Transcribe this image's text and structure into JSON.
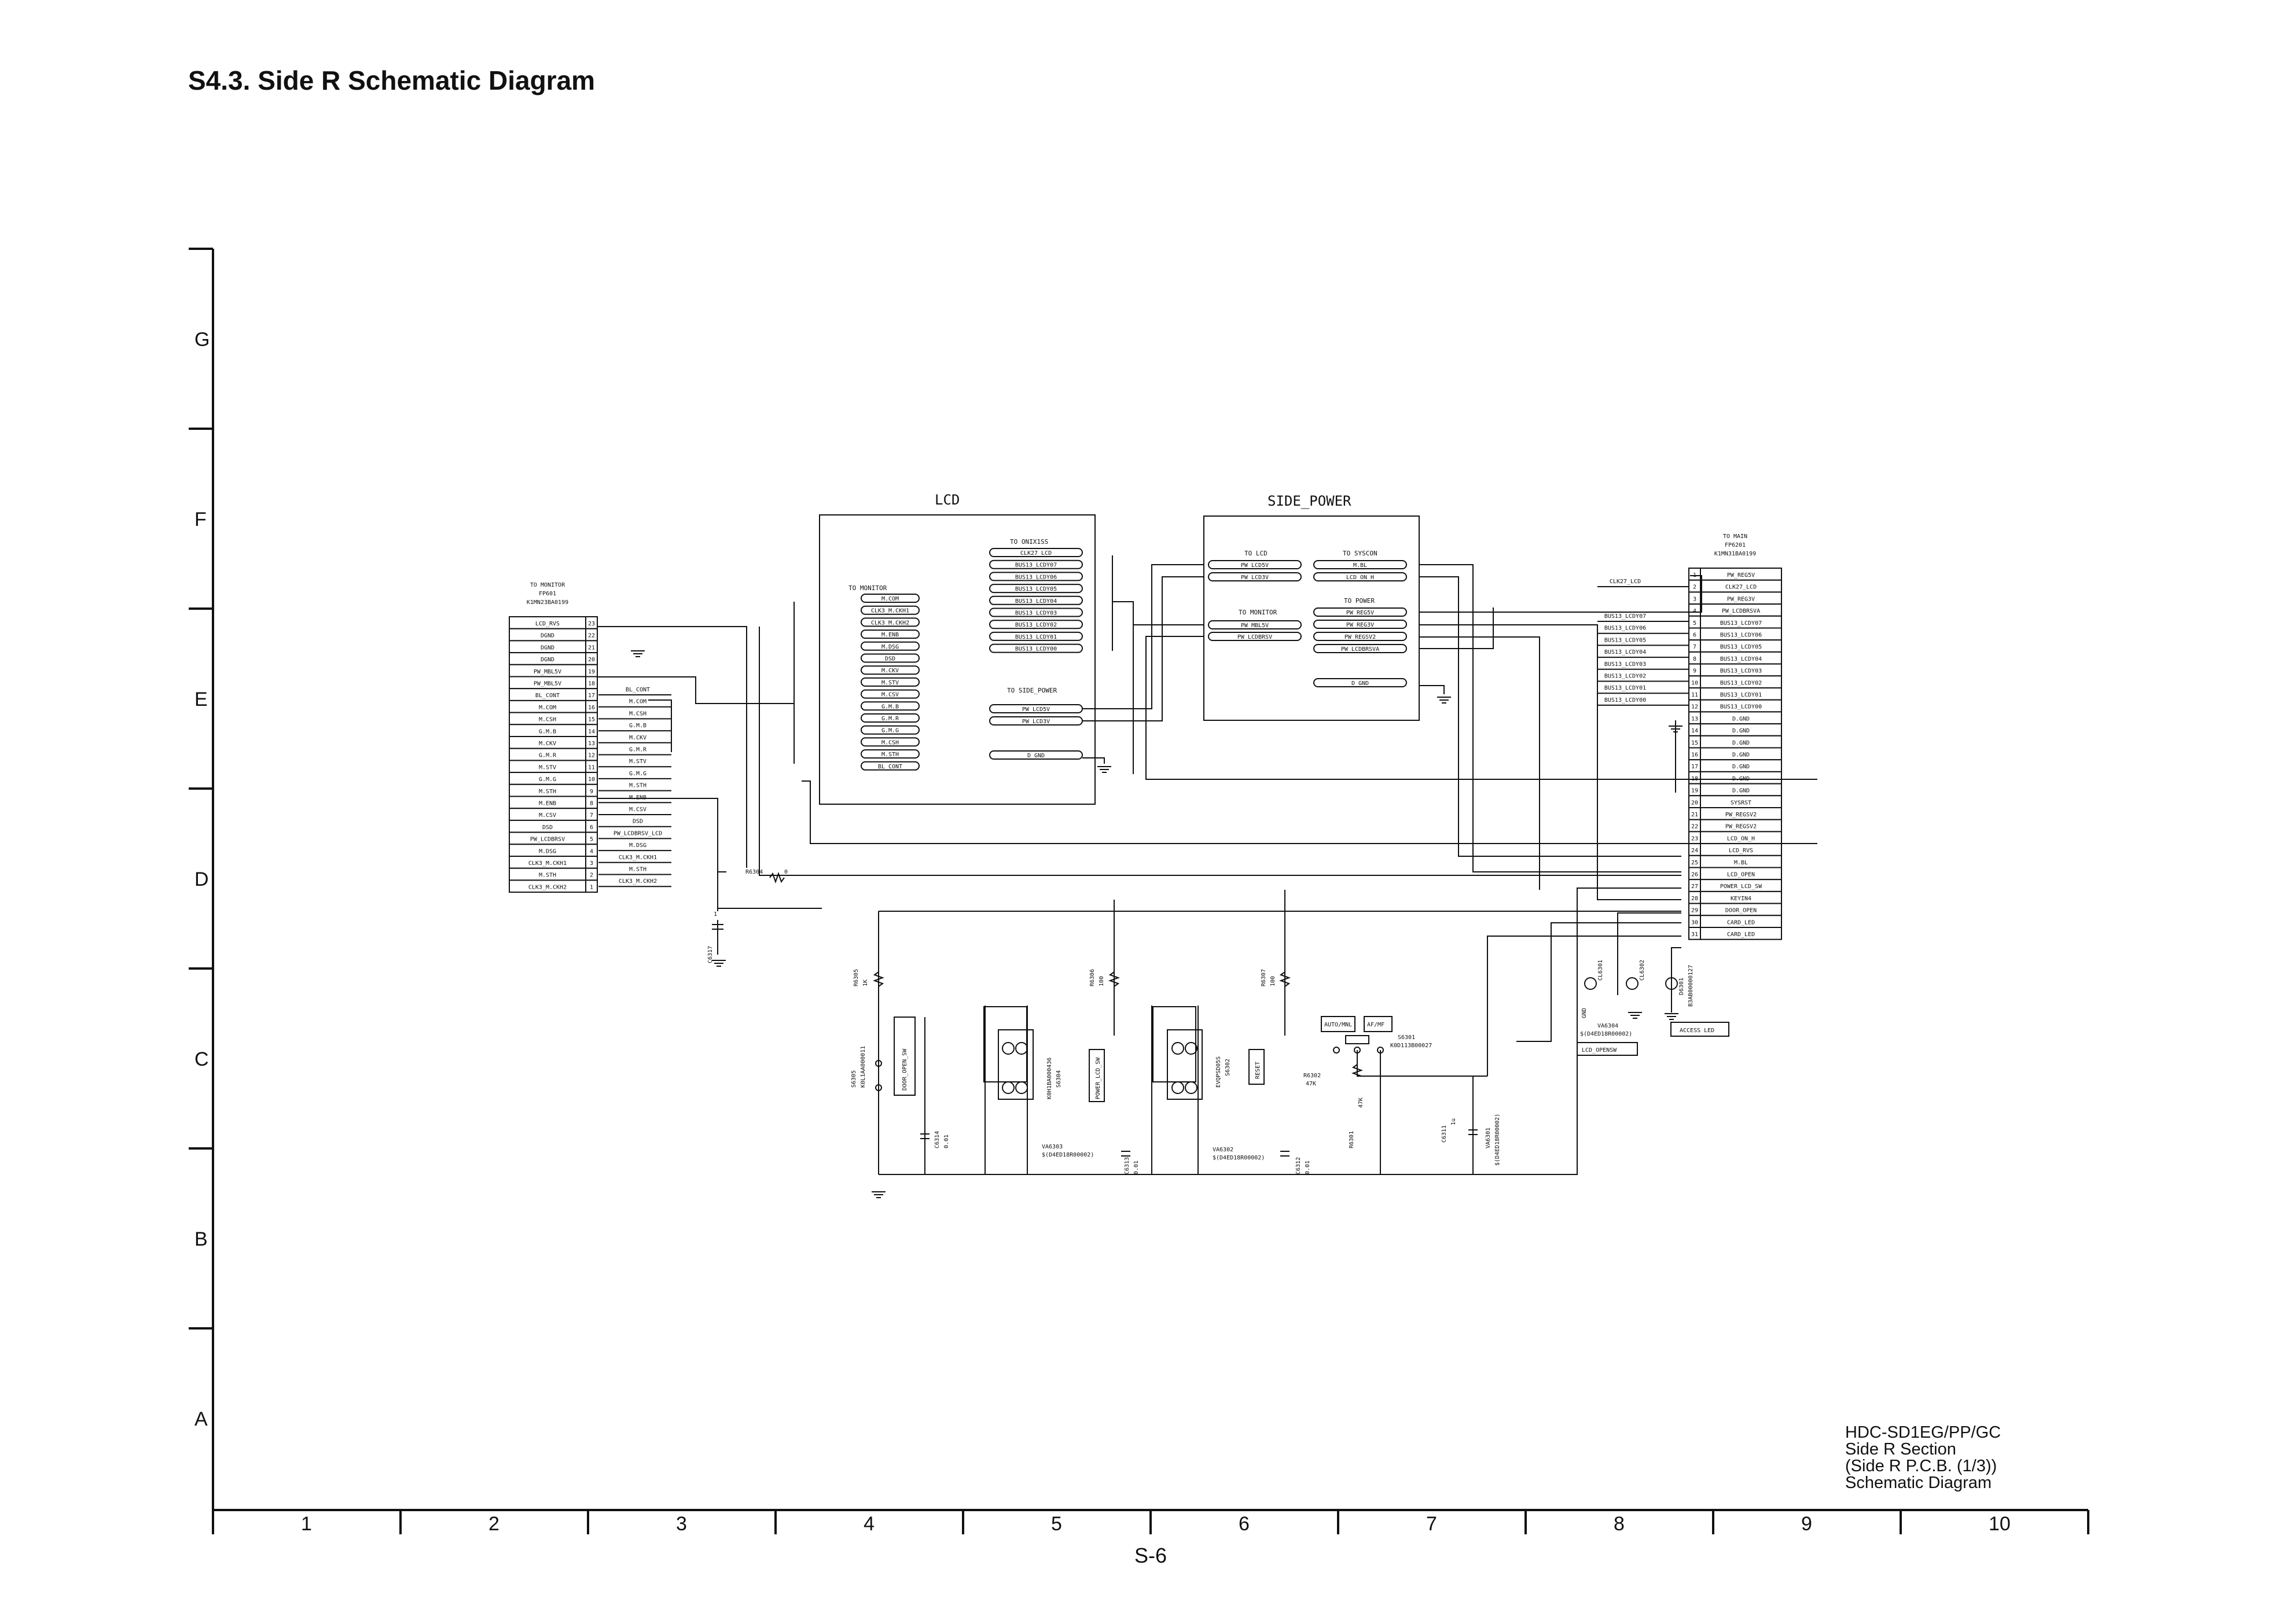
{
  "page": {
    "title": "S4.3. Side R Schematic Diagram",
    "footer_page": "S-6",
    "model_lines": [
      "HDC-SD1EG/PP/GC",
      "Side R Section",
      "(Side R P.C.B. (1/3))",
      "Schematic Diagram"
    ]
  },
  "grid": {
    "rows": [
      "G",
      "F",
      "E",
      "D",
      "C",
      "B",
      "A"
    ],
    "columns": [
      "1",
      "2",
      "3",
      "4",
      "5",
      "6",
      "7",
      "8",
      "9",
      "10"
    ]
  },
  "blocks": {
    "lcd": {
      "title": "LCD",
      "to_monitor_title": "TO MONITOR",
      "to_monitor_pins": [
        "M.COM",
        "CLK3_M.CKH1",
        "CLK3_M.CKH2",
        "M.ENB",
        "M.DSG",
        "DSD",
        "M.CKV",
        "M.STV",
        "M.CSV",
        "G.M.B",
        "G.M.R",
        "G.M.G",
        "M.CSH",
        "M.STH",
        "BL_CONT"
      ],
      "to_onixiss_title": "TO ONIX1SS",
      "to_onixiss_pins": [
        "CLK27_LCD",
        "BUS13_LCDY07",
        "BUS13_LCDY06",
        "BUS13_LCDY05",
        "BUS13_LCDY04",
        "BUS13_LCDY03",
        "BUS13_LCDY02",
        "BUS13_LCDY01",
        "BUS13_LCDY00"
      ],
      "to_side_power_title": "TO SIDE_POWER",
      "to_side_power_pins": [
        "PW_LCD5V",
        "PW_LCD3V"
      ],
      "dgnd_pin": "D_GND"
    },
    "side_power": {
      "title": "SIDE_POWER",
      "to_lcd_title": "TO LCD",
      "to_lcd_pins": [
        "PW_LCD5V",
        "PW_LCD3V"
      ],
      "to_monitor_title": "TO MONITOR",
      "to_monitor_pins": [
        "PW_MBL5V",
        "PW_LCDBRSV"
      ],
      "to_syscon_title": "TO SYSCON",
      "to_syscon_pins": [
        "M.BL",
        "LCD_ON_H"
      ],
      "to_power_title": "TO POWER",
      "to_power_pins": [
        "PW_REG5V",
        "PW_REG3V",
        "PW_REGSV2",
        "PW_LCDBRSVA"
      ],
      "dgnd_pin": "D_GND"
    }
  },
  "connectors": {
    "fp601": {
      "header_lines": [
        "TO MONITOR",
        "FP601",
        "K1MN23BA0199"
      ],
      "rows": [
        {
          "name": "LCD_RVS",
          "num": "23"
        },
        {
          "name": "DGND",
          "num": "22"
        },
        {
          "name": "DGND",
          "num": "21"
        },
        {
          "name": "DGND",
          "num": "20"
        },
        {
          "name": "PW_MBL5V",
          "num": "19"
        },
        {
          "name": "PW_MBL5V",
          "num": "18"
        },
        {
          "name": "BL_CONT",
          "num": "17"
        },
        {
          "name": "M.COM",
          "num": "16"
        },
        {
          "name": "M.CSH",
          "num": "15"
        },
        {
          "name": "G.M.B",
          "num": "14"
        },
        {
          "name": "M.CKV",
          "num": "13"
        },
        {
          "name": "G.M.R",
          "num": "12"
        },
        {
          "name": "M.STV",
          "num": "11"
        },
        {
          "name": "G.M.G",
          "num": "10"
        },
        {
          "name": "M.STH",
          "num": "9"
        },
        {
          "name": "M.ENB",
          "num": "8"
        },
        {
          "name": "M.CSV",
          "num": "7"
        },
        {
          "name": "DSD",
          "num": "6"
        },
        {
          "name": "PW_LCDBRSV",
          "num": "5"
        },
        {
          "name": "M.DSG",
          "num": "4"
        },
        {
          "name": "CLK3_M.CKH1",
          "num": "3"
        },
        {
          "name": "M.STH",
          "num": "2"
        },
        {
          "name": "CLK3_M.CKH2",
          "num": "1"
        }
      ],
      "net_labels": [
        "BL_CONT",
        "M.COM",
        "M.CSH",
        "G.M.B",
        "M.CKV",
        "G.M.R",
        "M.STV",
        "G.M.G",
        "M.STH",
        "M.ENB",
        "M.CSV",
        "DSD",
        "PW_LCDBRSV_LCD",
        "M.DSG",
        "CLK3_M.CKH1",
        "M.STH",
        "CLK3_M.CKH2"
      ]
    },
    "fp6201": {
      "header_lines": [
        "TO MAIN",
        "FP6201",
        "K1MN31BA0199"
      ],
      "rows": [
        {
          "num": "1",
          "name": "PW_REG5V"
        },
        {
          "num": "2",
          "name": "CLK27_LCD"
        },
        {
          "num": "3",
          "name": "PW_REG3V"
        },
        {
          "num": "4",
          "name": "PW_LCDBRSVA"
        },
        {
          "num": "5",
          "name": "BUS13_LCDY07"
        },
        {
          "num": "6",
          "name": "BUS13_LCDY06"
        },
        {
          "num": "7",
          "name": "BUS13_LCDY05"
        },
        {
          "num": "8",
          "name": "BUS13_LCDY04"
        },
        {
          "num": "9",
          "name": "BUS13_LCDY03"
        },
        {
          "num": "10",
          "name": "BUS13_LCDY02"
        },
        {
          "num": "11",
          "name": "BUS13_LCDY01"
        },
        {
          "num": "12",
          "name": "BUS13_LCDY00"
        },
        {
          "num": "13",
          "name": "D.GND"
        },
        {
          "num": "14",
          "name": "D.GND"
        },
        {
          "num": "15",
          "name": "D.GND"
        },
        {
          "num": "16",
          "name": "D.GND"
        },
        {
          "num": "17",
          "name": "D.GND"
        },
        {
          "num": "18",
          "name": "D.GND"
        },
        {
          "num": "19",
          "name": "D.GND"
        },
        {
          "num": "20",
          "name": "SYSRST"
        },
        {
          "num": "21",
          "name": "PW_REGSV2"
        },
        {
          "num": "22",
          "name": "PW_REGSV2"
        },
        {
          "num": "23",
          "name": "LCD_ON_H"
        },
        {
          "num": "24",
          "name": "LCD_RVS"
        },
        {
          "num": "25",
          "name": "M.BL"
        },
        {
          "num": "26",
          "name": "LCD_OPEN"
        },
        {
          "num": "27",
          "name": "POWER_LCD_SW"
        },
        {
          "num": "28",
          "name": "KEYIN4"
        },
        {
          "num": "29",
          "name": "DOOR_OPEN"
        },
        {
          "num": "30",
          "name": "CARD_LED"
        },
        {
          "num": "31",
          "name": "CARD_LED"
        }
      ],
      "net_labels": [
        "CLK27_LCD",
        "BUS13_LCDY07",
        "BUS13_LCDY06",
        "BUS13_LCDY05",
        "BUS13_LCDY04",
        "BUS13_LCDY03",
        "BUS13_LCDY02",
        "BUS13_LCDY01",
        "BUS13_LCDY00"
      ]
    }
  },
  "components": {
    "r6304": {
      "ref": "R6304",
      "value": "0"
    },
    "c6317": {
      "ref": "C6317",
      "value": "1"
    },
    "r6305": {
      "ref": "R6305",
      "value": "1K"
    },
    "s6305": {
      "ref": "S6305",
      "part": "K0L1AA000011"
    },
    "door_open_sw": "DOOR_OPEN_SW",
    "c6314": {
      "ref": "C6314",
      "value": "0.01"
    },
    "s6304": {
      "ref": "S6304",
      "part": "K0H1BA000436"
    },
    "power_lcd_sw": "POWER_LCD_SW",
    "r6306": {
      "ref": "R6306",
      "value": "100"
    },
    "va6303": {
      "ref": "VA6303",
      "part": "$(D4ED18R00002)"
    },
    "c6313": {
      "ref": "C6313",
      "value": "0.01"
    },
    "s6302": {
      "ref": "S6302",
      "part": "EVQPSD05S"
    },
    "reset": "RESET",
    "r6307": {
      "ref": "R6307",
      "value": "100"
    },
    "va6302": {
      "ref": "VA6302",
      "part": "$(D4ED18R00002)"
    },
    "c6312": {
      "ref": "C6312",
      "value": "0.01"
    },
    "auto_mnl": "AUTO/MNL",
    "af_mf": "AF/MF",
    "s6301": {
      "ref": "S6301",
      "part": "K0D113B00027"
    },
    "r6302": {
      "ref": "R6302",
      "value": "47K"
    },
    "r6301": {
      "ref": "R6301",
      "value": "47K"
    },
    "c6311": {
      "ref": "C6311",
      "value": "1u"
    },
    "va6301": {
      "ref": "VA6301",
      "part": "$(D4ED18R00002)"
    },
    "cl6301": "CL6301",
    "cl6302": "CL6302",
    "gnd_label": "GND",
    "va6304": {
      "ref": "VA6304",
      "part": "$(D4ED18R00002)"
    },
    "lcd_opensw": "LCD_OPENSW",
    "d6301": {
      "ref": "D6301",
      "part": "B3AB00000127"
    },
    "access_led": "ACCESS LED"
  }
}
